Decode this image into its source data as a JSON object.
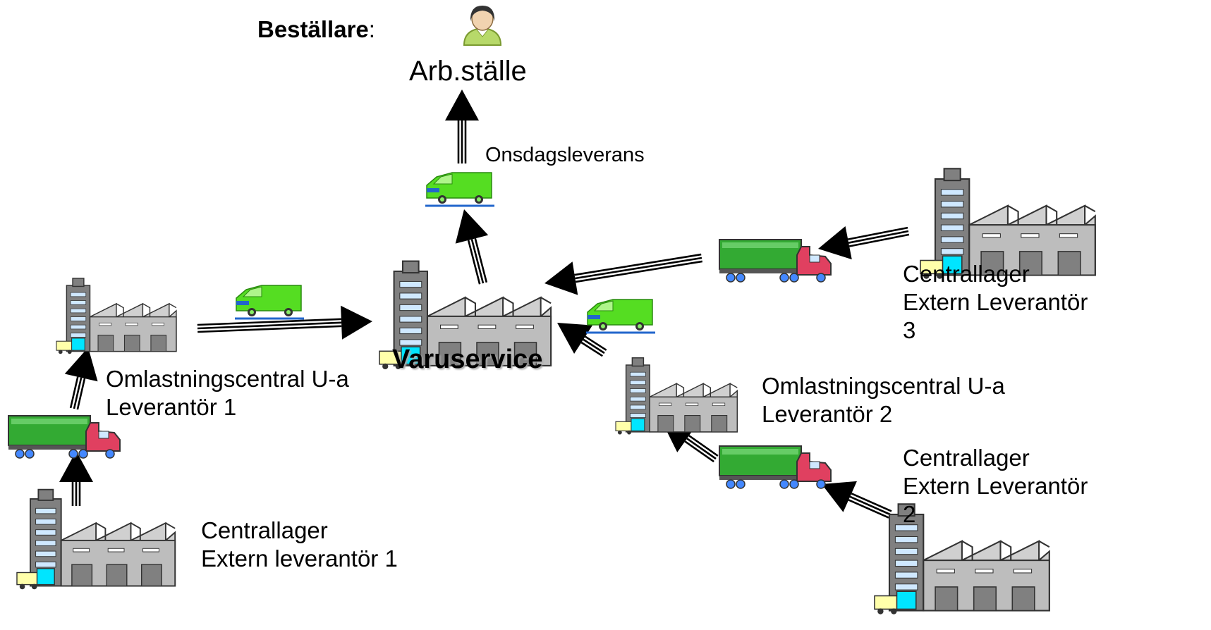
{
  "header": {
    "orderer_label": "Beställare",
    "orderer_colon": ":",
    "workplace": "Arb.ställe",
    "orderer_icon": "person-icon"
  },
  "center": {
    "name": "Varuservice"
  },
  "delivery_label": "Onsdagsleverans",
  "nodes": {
    "reload1": {
      "line1": "Omlastningscentral U-a",
      "line2": "Leverantör 1"
    },
    "reload2": {
      "line1": "Omlastningscentral U-a",
      "line2": "Leverantör 2"
    },
    "central1": {
      "line1": "Centrallager",
      "line2": "Extern leverantör 1"
    },
    "central2": {
      "line1": "Centrallager",
      "line2": "Extern Leverantör",
      "line3": "2"
    },
    "central3": {
      "line1": "Centrallager",
      "line2": "Extern Leverantör",
      "line3": "3"
    }
  },
  "icons": [
    "factory-icon",
    "truck-icon",
    "van-icon",
    "person-icon",
    "arrow-icon"
  ],
  "colors": {
    "van": "#55dd22",
    "trailer": "#33aa33",
    "truck_cab": "#e04060",
    "building": "#808080",
    "arrow": "#000000"
  }
}
